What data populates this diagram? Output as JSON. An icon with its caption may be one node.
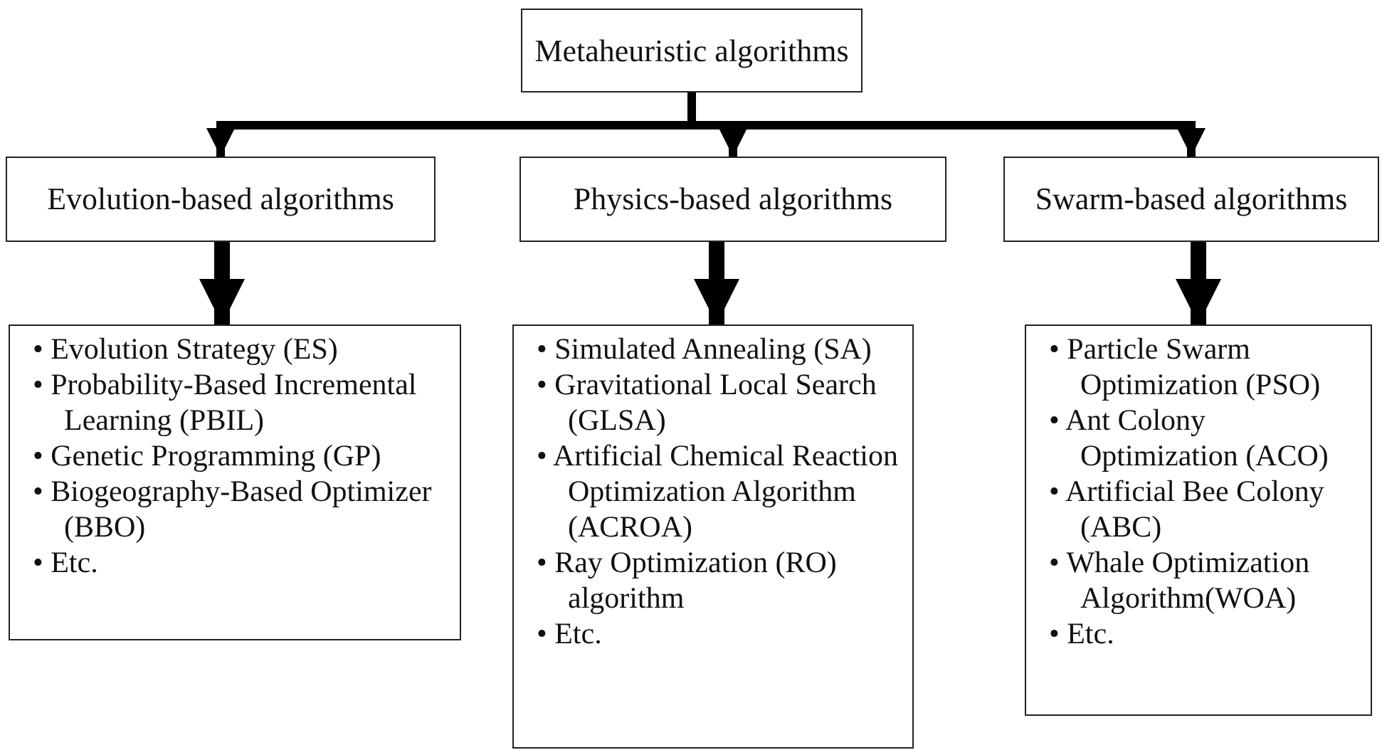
{
  "diagram": {
    "nodes": [
      {
        "text": [
          "Metaheuristic algorithms"
        ]
      },
      {
        "text": [
          "Evolution-based algorithms"
        ]
      },
      {
        "text": [
          "Physics-based algorithms"
        ]
      },
      {
        "text": [
          "Swarm-based algorithms"
        ]
      },
      {
        "text": [
          "• Evolution Strategy (ES)",
          "• Probability-Based Incremental Learning (PBIL)",
          "• Genetic Programming (GP)",
          "• Biogeography-Based Optimizer (BBO)",
          "• Etc."
        ]
      },
      {
        "text": [
          "• Simulated Annealing (SA)",
          "• Gravitational Local Search (GLSA)",
          "• Artificial Chemical Reaction Optimization Algorithm (ACROA)",
          "• Ray Optimization (RO) algorithm",
          "• Etc."
        ]
      },
      {
        "text": [
          "• Particle Swarm Optimization (PSO)",
          "• Ant Colony Optimization (ACO)",
          "• Artificial Bee Colony (ABC)",
          "• Whale Optimization Algorithm(WOA)",
          "• Etc."
        ]
      }
    ],
    "edges": [
      {
        "from": 0,
        "to": 1,
        "arrow": "to"
      },
      {
        "from": 0,
        "to": 2,
        "arrow": "to"
      },
      {
        "from": 0,
        "to": 3,
        "arrow": "to"
      },
      {
        "from": 1,
        "to": 4,
        "arrow": "to",
        "style": "thick"
      },
      {
        "from": 2,
        "to": 5,
        "arrow": "to",
        "style": "thick"
      },
      {
        "from": 3,
        "to": 6,
        "arrow": "to",
        "style": "thick"
      }
    ]
  }
}
